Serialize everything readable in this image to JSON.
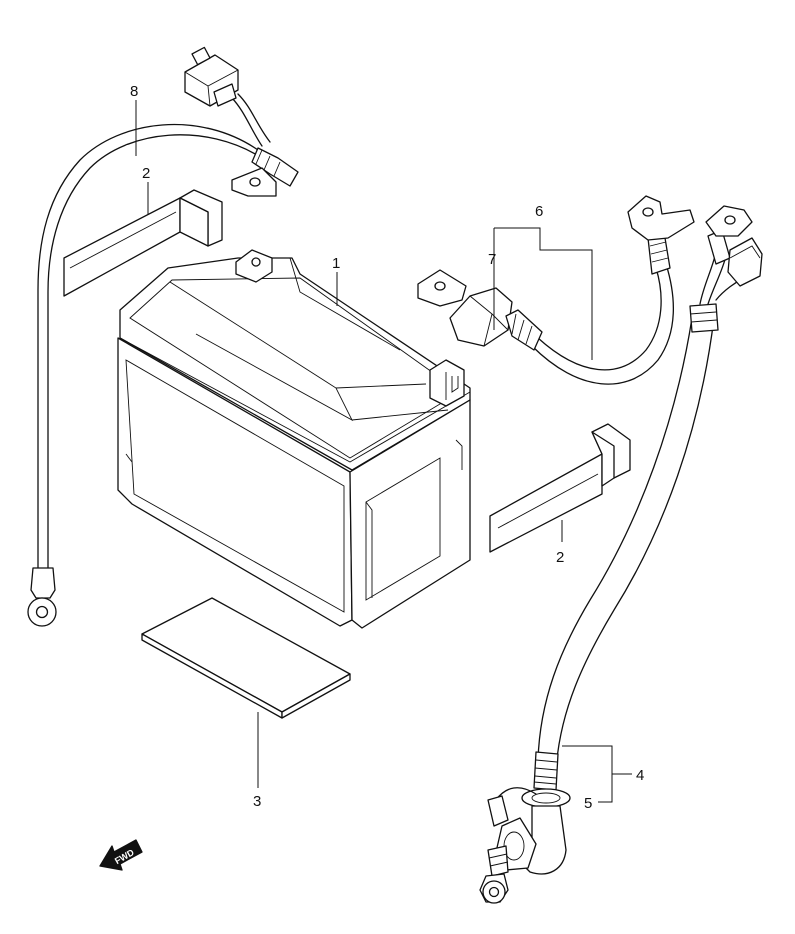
{
  "callouts": {
    "battery": "1",
    "spacer_upper": "2",
    "spacer_lower": "2",
    "tray_pad": "3",
    "negative_lead": "4",
    "boot": "5",
    "positive_lead": "6",
    "terminal_cover": "7",
    "breather_lead": "8"
  },
  "direction_arrow": {
    "label": "FWD"
  },
  "colors": {
    "line": "#111111",
    "background": "#ffffff"
  }
}
